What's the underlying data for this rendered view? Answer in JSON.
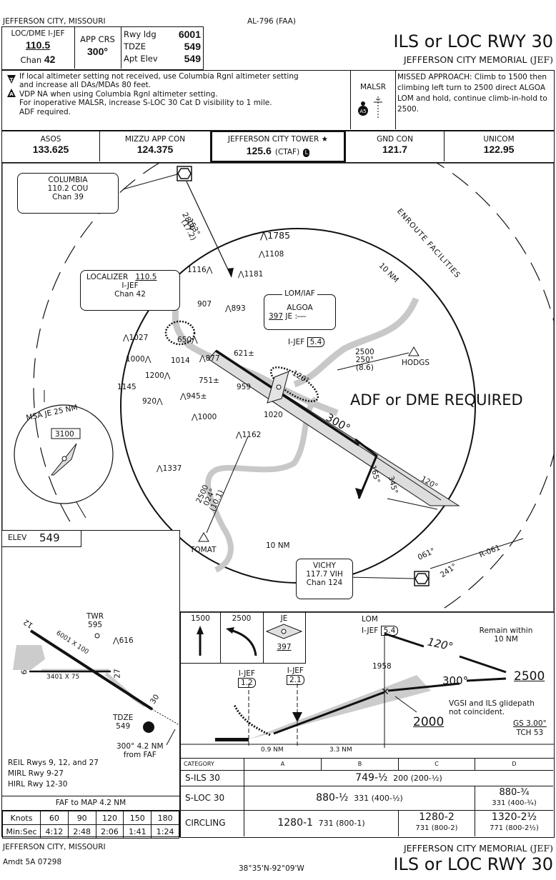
{
  "header": {
    "location": "JEFFERSON CITY, MISSOURI",
    "chart_id": "AL-796 (FAA)",
    "title": "ILS or LOC RWY 30",
    "airport": "JEFFERSON CITY MEMORIAL",
    "airport_id": "(JEF)",
    "loc": {
      "label": "LOC/DME I-JEF",
      "freq": "110.5",
      "chan_label": "Chan",
      "chan": "42"
    },
    "app_crs": {
      "label": "APP CRS",
      "value": "300°"
    },
    "runway": [
      {
        "label": "Rwy ldg",
        "value": "6001"
      },
      {
        "label": "TDZE",
        "value": "549"
      },
      {
        "label": "Apt Elev",
        "value": "549"
      }
    ]
  },
  "notes": {
    "lines": [
      "If local altimeter setting not received, use Columbia Rgnl altimeter setting",
      "and increase all DAs/MDAs 80 feet.",
      "VDP NA when using Columbia Rgnl altimeter setting.",
      "For inoperative MALSR, increase S-LOC 30 Cat D visibility to 1 mile.",
      "ADF required."
    ],
    "lighting": "MALSR",
    "missed_approach": "MISSED APPROACH:  Climb to 1500 then climbing left turn to 2500 direct ALGOA LOM and hold, continue climb-in-hold to 2500."
  },
  "comms": [
    {
      "name": "ASOS",
      "freq": "133.625"
    },
    {
      "name": "MIZZU APP CON",
      "freq": "124.375"
    },
    {
      "name": "JEFFERSON CITY TOWER ★",
      "freq": "125.6",
      "extra": "(CTAF)"
    },
    {
      "name": "GND CON",
      "freq": "121.7"
    },
    {
      "name": "UNICOM",
      "freq": "122.95"
    }
  ],
  "plan": {
    "columbia": {
      "name": "COLUMBIA",
      "line2": "110.2  COU",
      "chan": "Chan 39"
    },
    "localizer": {
      "label": "LOCALIZER",
      "freq": "110.5",
      "ident": "I-JEF",
      "chan": "Chan 42"
    },
    "lom": {
      "label": "LOM/IAF",
      "name": "ALGOA",
      "freq": "397",
      "ident": "JE",
      "dme_ident": "I-JEF",
      "dme": "5.4"
    },
    "vichy": {
      "name": "VICHY",
      "line2": "117.7  VIH",
      "chan": "Chan 124"
    },
    "route_columbia": [
      "2800",
      "153°",
      "(17.2)"
    ],
    "route_hodgs": [
      "2500",
      "250°",
      "(8.6)"
    ],
    "route_tomat": [
      "2500",
      "024°",
      "(10.1)"
    ],
    "fixes": {
      "hodgs": "HODGS",
      "tomat": "TOMAT"
    },
    "enroute": "ENROUTE FACILITIES",
    "ring_label": "10 NM",
    "ring_label2": "10 NM",
    "adf_dme": "ADF or DME REQUIRED",
    "courses": {
      "final": "300°",
      "hold": "120°",
      "outbound": "120°",
      "pt_out": "165°",
      "pt_in": "345°",
      "vichy_061": "061°",
      "vichy_241": "241°",
      "radial": "R-061"
    },
    "msa": {
      "label": "MSA JE 25 NM",
      "alt": "3100"
    },
    "obstacles": [
      "1785",
      "1108",
      "1116",
      "1181",
      "907",
      "893",
      "1027",
      "650",
      "621±",
      "1000",
      "1014",
      "877",
      "1200",
      "751±",
      "959",
      "1145",
      "920",
      "945±",
      "1020",
      "1000",
      "1162",
      "1337"
    ]
  },
  "airport_diagram": {
    "elev_label": "ELEV",
    "elev": "549",
    "twr": "TWR",
    "twr_elev": "595",
    "obst": "616",
    "rwy_long": "6001 X 100",
    "rwy_short": "3401 X 75",
    "rwy_ends": [
      "12",
      "30",
      "9",
      "27"
    ],
    "tdze_label": "TDZE",
    "tdze": "549",
    "faf_dist": "300° 4.2 NM",
    "faf_from": "from FAF",
    "lighting": [
      "REIL Rwys 9, 12, and 27",
      "MIRL Rwy 9-27",
      "HIRL Rwy 12-30"
    ]
  },
  "timing": {
    "title": "FAF to MAP  4.2 NM",
    "knots_label": "Knots",
    "time_label": "Min:Sec",
    "knots": [
      "60",
      "90",
      "120",
      "150",
      "180"
    ],
    "times": [
      "4:12",
      "2:48",
      "2:06",
      "1:41",
      "1:24"
    ]
  },
  "profile": {
    "ma_icons": [
      "1500",
      "2500",
      "JE"
    ],
    "ma_freq": "397",
    "lom_label": "LOM",
    "lom_dme_ident": "I-JEF",
    "lom_dme": "5.4",
    "remain": "Remain within 10 NM",
    "hold_out": "120°",
    "hold_in": "300°",
    "hold_alt": "2500",
    "gs_alt": "1958",
    "faf_alt": "2000",
    "vgsi_note": "VGSI and ILS glidepath not coincident.",
    "gs": "GS 3.00°",
    "tch": "TCH 53",
    "dme1_ident": "I-JEF",
    "dme1": "1.2",
    "dme2_ident": "I-JEF",
    "dme2": "2.1",
    "seg1": "0.9 NM",
    "seg2": "3.3 NM"
  },
  "minimums": {
    "headers": [
      "CATEGORY",
      "A",
      "B",
      "C",
      "D"
    ],
    "rows": [
      {
        "label": "S-ILS 30",
        "cells": [
          {
            "main": "749-½",
            "sub": "200 (200-½)"
          }
        ]
      },
      {
        "label": "S-LOC 30",
        "cells": [
          {
            "main": "880-½",
            "sub": "331 (400-½)"
          },
          {
            "main": "880-¾",
            "sub": "331 (400-¾)"
          }
        ]
      },
      {
        "label": "CIRCLING",
        "cells": [
          {
            "main": "1280-1",
            "sub": "731 (800-1)"
          },
          {
            "main": "1280-2",
            "sub": "731 (800-2)"
          },
          {
            "main": "1320-2½",
            "sub": "771 (800-2½)"
          }
        ]
      }
    ]
  },
  "footer": {
    "location": "JEFFERSON CITY, MISSOURI",
    "amendment": "Amdt 5A  07298",
    "coords": "38°35'N-92°09'W",
    "airport": "JEFFERSON CITY MEMORIAL",
    "airport_id": "(JEF)",
    "title": "ILS or LOC RWY 30"
  }
}
